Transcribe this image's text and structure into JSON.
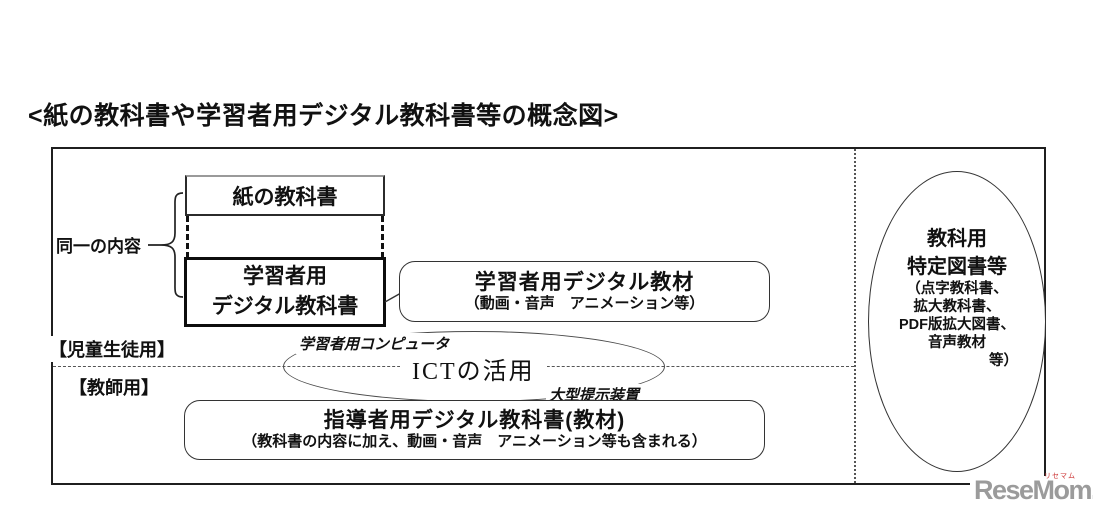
{
  "page": {
    "title": "<紙の教科書や学習者用デジタル教科書等の概念図>"
  },
  "diagram": {
    "same_content": "同一の内容",
    "paper_textbook": "紙の教科書",
    "learner_textbook": {
      "line1": "学習者用",
      "line2": "デジタル教科書"
    },
    "learner_material": {
      "title": "学習者用デジタル教材",
      "subtitle": "（動画・音声　アニメーション等）"
    },
    "student_label": "【児童生徒用】",
    "teacher_label": "【教師用】",
    "learner_computer": "学習者用コンピュータ",
    "ict": "ICTの活用",
    "large_display": "大型提示装置",
    "instructor_material": {
      "title": "指導者用デジタル教科書(教材)",
      "subtitle": "（教科書の内容に加え、動画・音声　アニメーション等も含まれる）"
    },
    "special_books": {
      "title1": "教科用",
      "title2": "特定図書等",
      "items": [
        "（点字教科書、",
        "拡大教科書、",
        "PDF版拡大図書、",
        "音声教材",
        "等）"
      ]
    }
  },
  "branding": {
    "logo": "ReseMom.",
    "ruby": "リセマム"
  },
  "colors": {
    "line": "#1f1f1f",
    "logo_gray": "#9b9b9b",
    "logo_red": "#cc3333"
  }
}
